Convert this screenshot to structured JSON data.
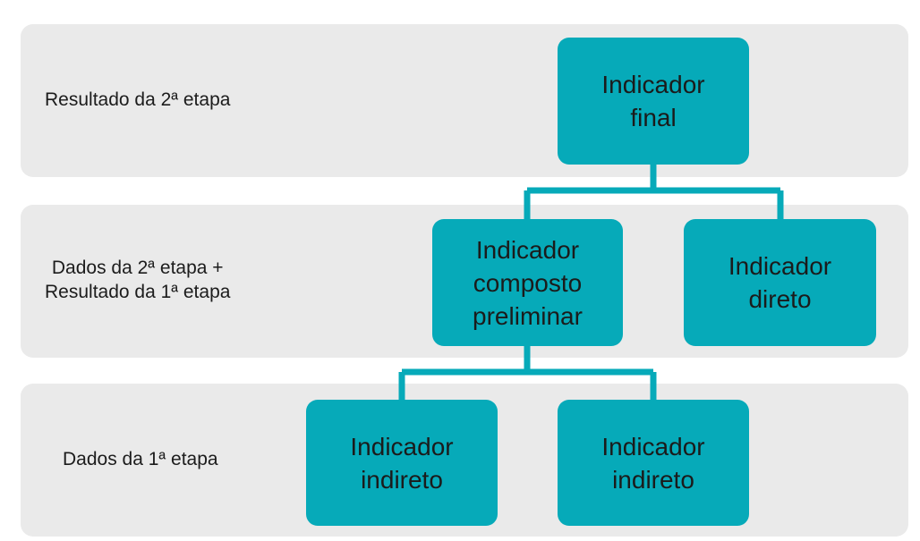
{
  "colors": {
    "band_background": "#eaeaea",
    "box_fill": "#06aab9",
    "connector": "#06aab9",
    "text": "#1b1b1b"
  },
  "bands": [
    {
      "label": "Resultado da 2ª etapa"
    },
    {
      "label": "Dados da 2ª etapa +\nResultado da 1ª etapa"
    },
    {
      "label": "Dados da 1ª etapa"
    }
  ],
  "nodes": {
    "final": {
      "label": "Indicador\nfinal"
    },
    "composto": {
      "label": "Indicador\ncomposto\npreliminar"
    },
    "direto": {
      "label": "Indicador\ndireto"
    },
    "indireto_1": {
      "label": "Indicador\nindireto"
    },
    "indireto_2": {
      "label": "Indicador\nindireto"
    }
  },
  "edges": [
    {
      "from": "final",
      "to": "composto"
    },
    {
      "from": "final",
      "to": "direto"
    },
    {
      "from": "composto",
      "to": "indireto_1"
    },
    {
      "from": "composto",
      "to": "indireto_2"
    }
  ]
}
